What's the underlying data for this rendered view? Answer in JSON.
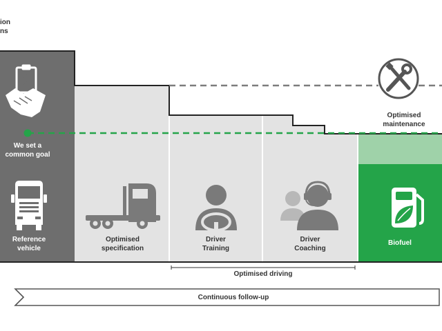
{
  "top_label": {
    "line1": "ion",
    "line2": "ns"
  },
  "stages": [
    {
      "line1": "We set a",
      "line2": "common goal"
    },
    {
      "line1": "Reference",
      "line2": "vehicle"
    },
    {
      "line1": "Optimised",
      "line2": "specification"
    },
    {
      "line1": "Driver",
      "line2": "Training"
    },
    {
      "line1": "Driver",
      "line2": "Coaching"
    },
    {
      "line1": "Biofuel",
      "line2": ""
    },
    {
      "line1": "Optimised",
      "line2": "maintenance"
    }
  ],
  "optimised_driving": "Optimised driving",
  "continuous_followup": "Continuous follow-up",
  "colors": {
    "dark_gray": "#6e6e6e",
    "light_gray": "#e3e3e3",
    "green": "#24a449",
    "light_green": "#9fd2a9",
    "dashed_gray": "#808080",
    "dashed_green": "#24a449",
    "icon_gray": "#7a7a7a"
  },
  "icons": [
    "clipboard-handshake-icon",
    "truck-front-icon",
    "truck-side-icon",
    "driver-steering-icon",
    "coach-headset-icon",
    "fuel-pump-leaf-icon",
    "wrench-screwdriver-icon"
  ]
}
